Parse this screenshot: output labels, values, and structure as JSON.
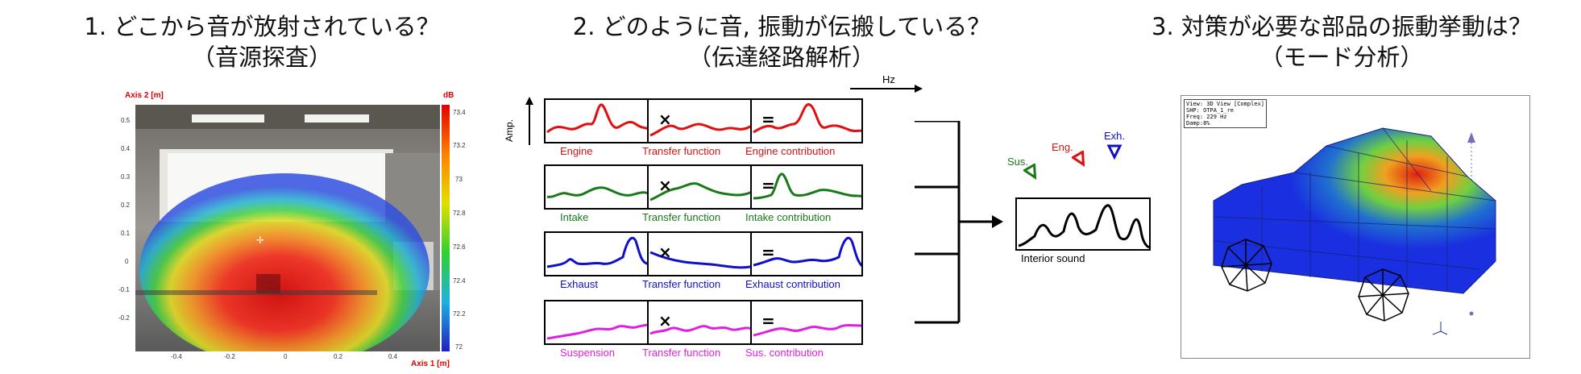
{
  "panels": [
    {
      "title_line1": "1. どこから音が放射されている？",
      "title_line2": "（音源探査）"
    },
    {
      "title_line1": "2. どのように音, 振動が伝搬している？",
      "title_line2": "（伝達経路解析）"
    },
    {
      "title_line1": "3. 対策が必要な部品の振動挙動は？",
      "title_line2": "（モード分析）"
    }
  ],
  "map": {
    "axis2_label": "Axis 2 [m]",
    "axis1_label": "Axis 1 [m]",
    "unit_label": "dB",
    "y_ticks": [
      "0.5",
      "0.4",
      "0.3",
      "0.2",
      "0.1",
      "0",
      "-0.1",
      "-0.2"
    ],
    "x_ticks": [
      "-0.4",
      "-0.2",
      "0",
      "0.2",
      "0.4"
    ],
    "colorbar_ticks": [
      "73.4",
      "73.2",
      "73",
      "72.8",
      "72.6",
      "72.4",
      "72.2",
      "72"
    ]
  },
  "tpa": {
    "hz_label": "Hz",
    "amp_label": "Amp.",
    "times_symbol": "×",
    "equals_symbol": "=",
    "rows": [
      {
        "source": "Engine",
        "transfer": "Transfer function",
        "contribution": "Engine contribution",
        "color": "#e01010"
      },
      {
        "source": "Intake",
        "transfer": "Transfer function",
        "contribution": "Intake contribution",
        "color": "#1a7a1a"
      },
      {
        "source": "Exhaust",
        "transfer": "Transfer function",
        "contribution": "Exhaust contribution",
        "color": "#1010c8"
      },
      {
        "source": "Suspension",
        "transfer": "Transfer function",
        "contribution": "Sus. contribution",
        "color": "#e020e0"
      }
    ],
    "interior": {
      "label": "Interior sound",
      "sus": "Sus.",
      "eng": "Eng.",
      "exh": "Exh."
    }
  },
  "modal": {
    "info_lines": [
      "View: 3D View [Complex]",
      "SHP: OTPA_1_re",
      "Freq: 229 Hz",
      "Damp:8%"
    ]
  }
}
